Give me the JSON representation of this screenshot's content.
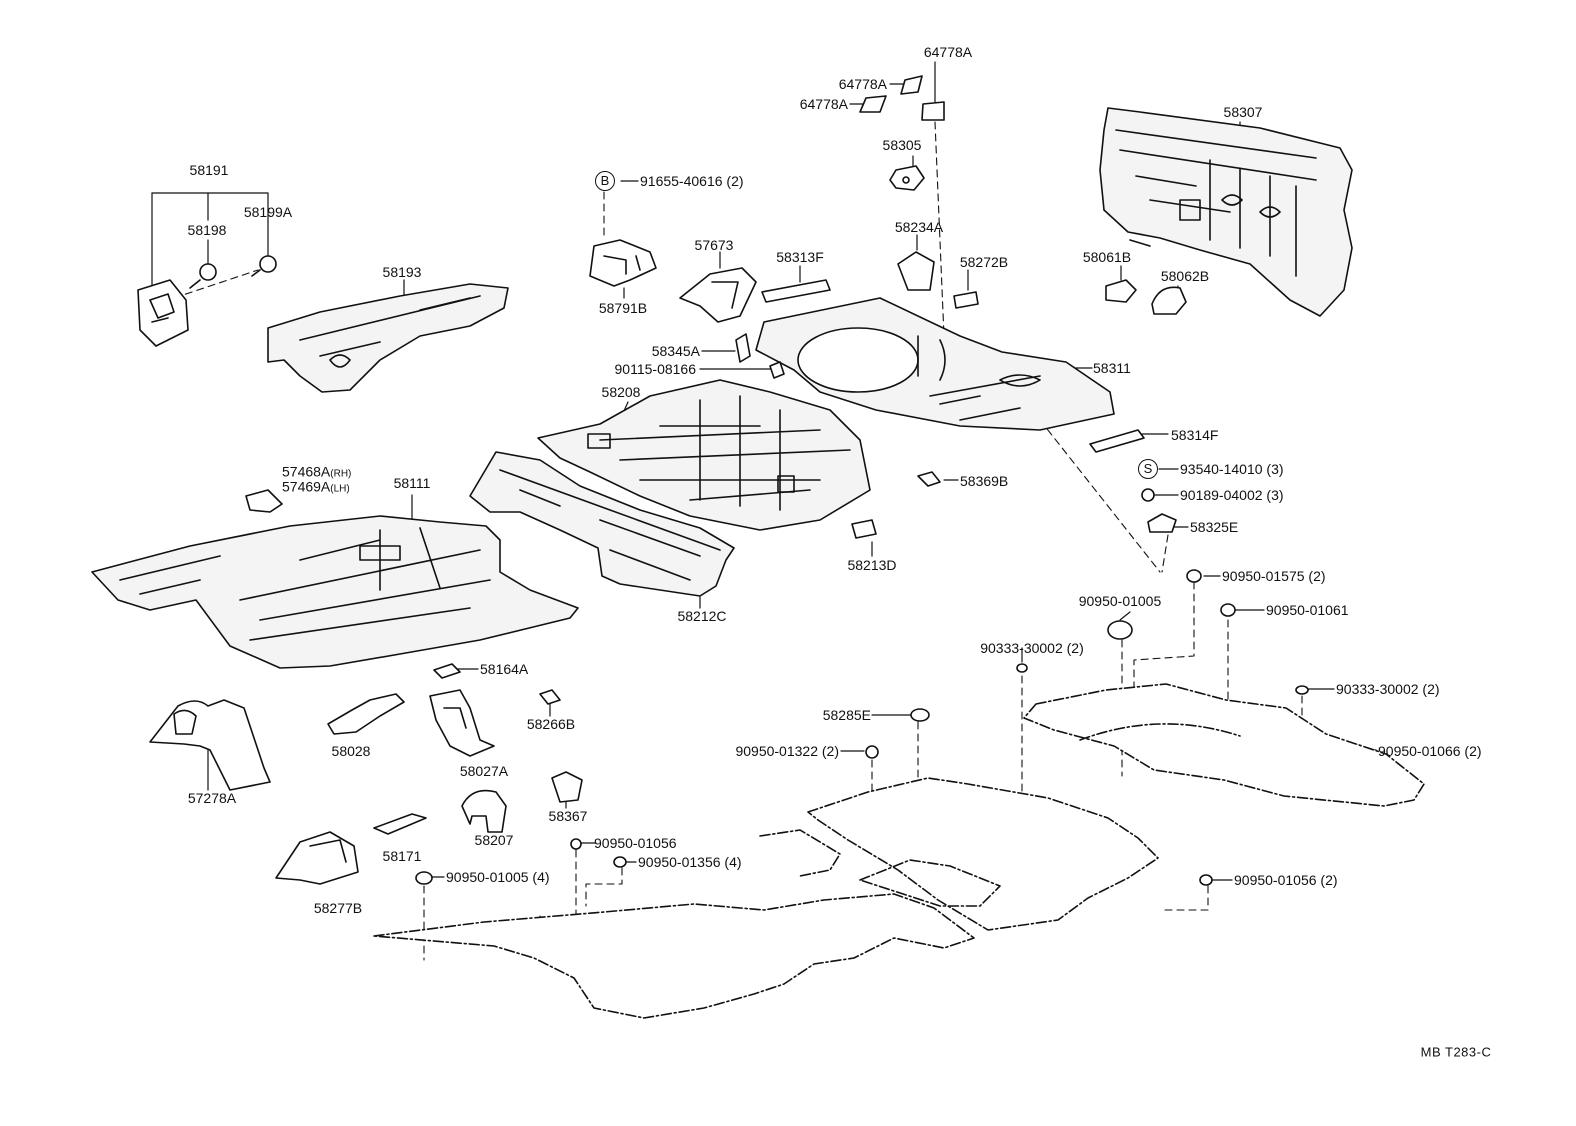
{
  "diagram": {
    "reference_code": "MB T283-C",
    "circle_markers": {
      "b": "B",
      "s": "S"
    },
    "colors": {
      "ink": "#111111",
      "paper": "#ffffff",
      "panel_fill": "#f4f4f4"
    },
    "labels": {
      "p64778a_top": "64778A",
      "p64778a_mid": "64778A",
      "p64778a_low": "64778A",
      "p58307": "58307",
      "p58305": "58305",
      "p58191": "58191",
      "p58198": "58198",
      "p58199a": "58199A",
      "p91655": "91655-40616 (2)",
      "p58234a": "58234A",
      "p58272b": "58272B",
      "p58061b": "58061B",
      "p58062b": "58062B",
      "p57673": "57673",
      "p58313f": "58313F",
      "p58193": "58193",
      "p58791b": "58791B",
      "p58345a": "58345A",
      "p90115": "90115-08166",
      "p58311": "58311",
      "p58208": "58208",
      "p58314f": "58314F",
      "p93540": "93540-14010 (3)",
      "p90189": "90189-04002 (3)",
      "p57468a": "57468A",
      "p57468a_side": "(RH)",
      "p57469a": "57469A",
      "p57469a_side": "(LH)",
      "p58111": "58111",
      "p58369b": "58369B",
      "p58325e": "58325E",
      "p58213d": "58213D",
      "p90950_01575": "90950-01575 (2)",
      "p90950_01005_a": "90950-01005",
      "p90950_01061": "90950-01061",
      "p58212c": "58212C",
      "p90333_a": "90333-30002 (2)",
      "p90333_b": "90333-30002 (2)",
      "p58164a": "58164A",
      "p58266b": "58266B",
      "p58028": "58028",
      "p58027a": "58027A",
      "p58285e": "58285E",
      "p90950_01322": "90950-01322 (2)",
      "p90950_01066": "90950-01066 (2)",
      "p57278a": "57278A",
      "p58367": "58367",
      "p58207": "58207",
      "p58171": "58171",
      "p90950_01056_a": "90950-01056",
      "p90950_01356": "90950-01356 (4)",
      "p90950_01005_b": "90950-01005 (4)",
      "p90950_01056_b": "90950-01056 (2)",
      "p58277b": "58277B"
    }
  }
}
